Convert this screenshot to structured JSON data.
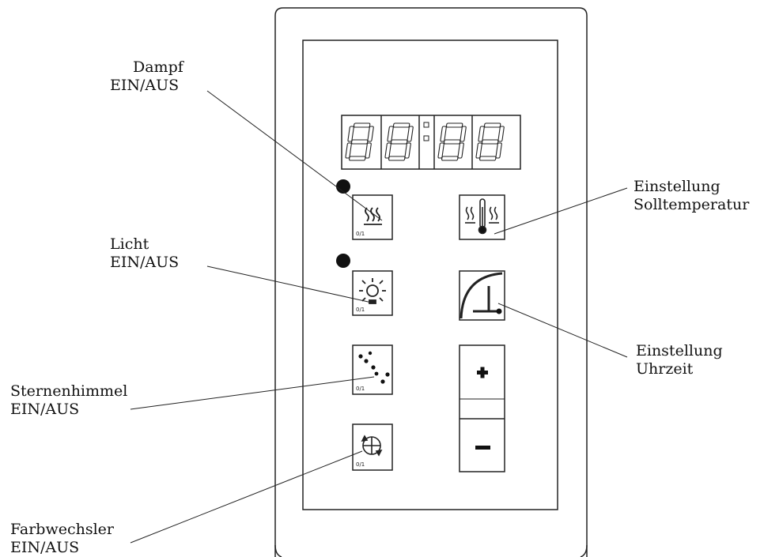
{
  "labels": {
    "steam": {
      "line1": "Dampf",
      "line2": "EIN/AUS"
    },
    "light": {
      "line1": "Licht",
      "line2": "EIN/AUS"
    },
    "stars": {
      "line1": "Sternenhimmel",
      "line2": "EIN/AUS"
    },
    "color": {
      "line1": "Farbwechsler",
      "line2": "EIN/AUS"
    },
    "temp": {
      "line1": "Einstellung",
      "line2": "Solltemperatur"
    },
    "time": {
      "line1": "Einstellung",
      "line2": "Uhrzeit"
    }
  },
  "button_caption": "0/1",
  "display": {
    "digits": [
      "8",
      "8",
      "8",
      "8"
    ]
  },
  "icons": {
    "steam": "steam-icon",
    "light": "sun-icon",
    "stars": "stars-icon",
    "color": "color-change-icon",
    "temp": "thermometer-icon",
    "time": "clock-icon",
    "plus": "plus-icon",
    "minus": "minus-icon"
  }
}
